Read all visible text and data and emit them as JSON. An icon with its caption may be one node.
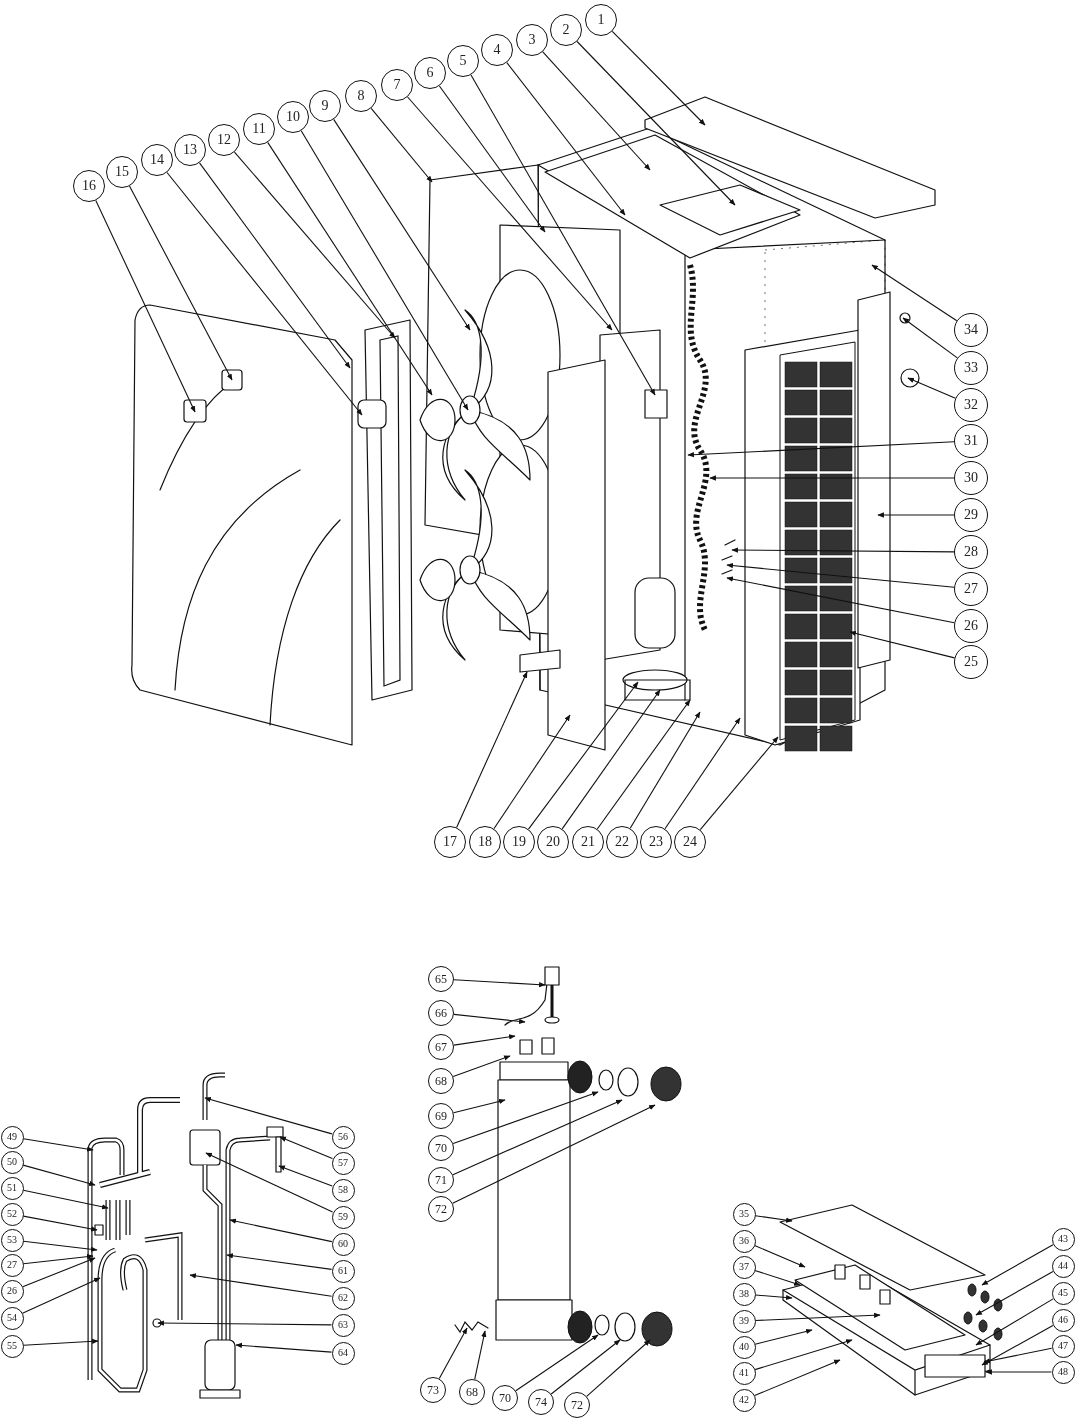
{
  "diagram": {
    "nodes": [
      {
        "text": [
          "16"
        ]
      },
      {
        "text": [
          "15"
        ]
      },
      {
        "text": [
          "14"
        ]
      },
      {
        "text": [
          "13"
        ]
      },
      {
        "text": [
          "12"
        ]
      },
      {
        "text": [
          "11"
        ]
      },
      {
        "text": [
          "10"
        ]
      },
      {
        "text": [
          "9"
        ]
      },
      {
        "text": [
          "8"
        ]
      },
      {
        "text": [
          "7"
        ]
      },
      {
        "text": [
          "6"
        ]
      },
      {
        "text": [
          "5"
        ]
      },
      {
        "text": [
          "4"
        ]
      },
      {
        "text": [
          "3"
        ]
      },
      {
        "text": [
          "2"
        ]
      },
      {
        "text": [
          "1"
        ]
      },
      {
        "text": [
          "34"
        ]
      },
      {
        "text": [
          "33"
        ]
      },
      {
        "text": [
          "32"
        ]
      },
      {
        "text": [
          "31"
        ]
      },
      {
        "text": [
          "30"
        ]
      },
      {
        "text": [
          "29"
        ]
      },
      {
        "text": [
          "28"
        ]
      },
      {
        "text": [
          "27"
        ]
      },
      {
        "text": [
          "26"
        ]
      },
      {
        "text": [
          "25"
        ]
      },
      {
        "text": [
          "17"
        ]
      },
      {
        "text": [
          "18"
        ]
      },
      {
        "text": [
          "19"
        ]
      },
      {
        "text": [
          "20"
        ]
      },
      {
        "text": [
          "21"
        ]
      },
      {
        "text": [
          "22"
        ]
      },
      {
        "text": [
          "23"
        ]
      },
      {
        "text": [
          "24"
        ]
      },
      {
        "text": [
          "65"
        ]
      },
      {
        "text": [
          "66"
        ]
      },
      {
        "text": [
          "67"
        ]
      },
      {
        "text": [
          "68"
        ]
      },
      {
        "text": [
          "69"
        ]
      },
      {
        "text": [
          "70"
        ]
      },
      {
        "text": [
          "71"
        ]
      },
      {
        "text": [
          "72"
        ]
      },
      {
        "text": [
          "49"
        ]
      },
      {
        "text": [
          "56"
        ]
      },
      {
        "text": [
          "50"
        ]
      },
      {
        "text": [
          "57"
        ]
      },
      {
        "text": [
          "51"
        ]
      },
      {
        "text": [
          "58"
        ]
      },
      {
        "text": [
          "52"
        ]
      },
      {
        "text": [
          "59"
        ]
      },
      {
        "text": [
          "53"
        ]
      },
      {
        "text": [
          "60"
        ]
      },
      {
        "text": [
          "27"
        ]
      },
      {
        "text": [
          "61"
        ]
      },
      {
        "text": [
          "26"
        ]
      },
      {
        "text": [
          "62"
        ]
      },
      {
        "text": [
          "54"
        ]
      },
      {
        "text": [
          "63"
        ]
      },
      {
        "text": [
          "55"
        ]
      },
      {
        "text": [
          "64"
        ]
      },
      {
        "text": [
          "35"
        ]
      },
      {
        "text": [
          "36"
        ]
      },
      {
        "text": [
          "37"
        ]
      },
      {
        "text": [
          "38"
        ]
      },
      {
        "text": [
          "39"
        ]
      },
      {
        "text": [
          "40"
        ]
      },
      {
        "text": [
          "41"
        ]
      },
      {
        "text": [
          "42"
        ]
      },
      {
        "text": [
          "43"
        ]
      },
      {
        "text": [
          "44"
        ]
      },
      {
        "text": [
          "45"
        ]
      },
      {
        "text": [
          "46"
        ]
      },
      {
        "text": [
          "47"
        ]
      },
      {
        "text": [
          "48"
        ]
      },
      {
        "text": [
          "73"
        ]
      },
      {
        "text": [
          "68"
        ]
      },
      {
        "text": [
          "70"
        ]
      },
      {
        "text": [
          "74"
        ]
      },
      {
        "text": [
          "72"
        ]
      }
    ],
    "edges": [
      {
        "from": 0,
        "to": null,
        "arrow": "to"
      },
      {
        "from": 1,
        "to": null,
        "arrow": "to"
      },
      {
        "from": 2,
        "to": null,
        "arrow": "to"
      },
      {
        "from": 3,
        "to": null,
        "arrow": "to"
      },
      {
        "from": 4,
        "to": null,
        "arrow": "to"
      },
      {
        "from": 5,
        "to": null,
        "arrow": "to"
      },
      {
        "from": 6,
        "to": null,
        "arrow": "to"
      },
      {
        "from": 7,
        "to": null,
        "arrow": "to"
      },
      {
        "from": 8,
        "to": null,
        "arrow": "to"
      },
      {
        "from": 9,
        "to": null,
        "arrow": "to"
      },
      {
        "from": 10,
        "to": null,
        "arrow": "to"
      },
      {
        "from": 11,
        "to": null,
        "arrow": "to"
      },
      {
        "from": 12,
        "to": null,
        "arrow": "to"
      },
      {
        "from": 13,
        "to": null,
        "arrow": "to"
      },
      {
        "from": 14,
        "to": null,
        "arrow": "to"
      },
      {
        "from": 15,
        "to": null,
        "arrow": "to"
      },
      {
        "from": 16,
        "to": null,
        "arrow": "to"
      },
      {
        "from": 17,
        "to": null,
        "arrow": "to"
      },
      {
        "from": 18,
        "to": null,
        "arrow": "to"
      },
      {
        "from": 19,
        "to": null,
        "arrow": "to"
      },
      {
        "from": 20,
        "to": null,
        "arrow": "to"
      },
      {
        "from": 21,
        "to": null,
        "arrow": "to"
      },
      {
        "from": 22,
        "to": null,
        "arrow": "to"
      },
      {
        "from": 23,
        "to": null,
        "arrow": "to"
      },
      {
        "from": 24,
        "to": null,
        "arrow": "to"
      },
      {
        "from": 25,
        "to": null,
        "arrow": "to"
      },
      {
        "from": 26,
        "to": null,
        "arrow": "to"
      },
      {
        "from": 27,
        "to": null,
        "arrow": "to"
      },
      {
        "from": 28,
        "to": null,
        "arrow": "to"
      },
      {
        "from": 29,
        "to": null,
        "arrow": "to"
      },
      {
        "from": 30,
        "to": null,
        "arrow": "to"
      },
      {
        "from": 31,
        "to": null,
        "arrow": "to"
      },
      {
        "from": 32,
        "to": null,
        "arrow": "to"
      },
      {
        "from": 33,
        "to": null,
        "arrow": "to"
      },
      {
        "from": 34,
        "to": null,
        "arrow": "to"
      },
      {
        "from": 35,
        "to": null,
        "arrow": "to"
      },
      {
        "from": 36,
        "to": null,
        "arrow": "to"
      },
      {
        "from": 37,
        "to": null,
        "arrow": "to"
      },
      {
        "from": 38,
        "to": null,
        "arrow": "to"
      },
      {
        "from": 39,
        "to": null,
        "arrow": "to"
      },
      {
        "from": 40,
        "to": null,
        "arrow": "to"
      },
      {
        "from": 41,
        "to": null,
        "arrow": "to"
      },
      {
        "from": 42,
        "to": null,
        "arrow": "to"
      },
      {
        "from": 43,
        "to": null,
        "arrow": "to"
      },
      {
        "from": 44,
        "to": null,
        "arrow": "to"
      },
      {
        "from": 45,
        "to": null,
        "arrow": "to"
      },
      {
        "from": 46,
        "to": null,
        "arrow": "to"
      },
      {
        "from": 47,
        "to": null,
        "arrow": "to"
      },
      {
        "from": 48,
        "to": null,
        "arrow": "to"
      },
      {
        "from": 49,
        "to": null,
        "arrow": "to"
      },
      {
        "from": 50,
        "to": null,
        "arrow": "to"
      },
      {
        "from": 51,
        "to": null,
        "arrow": "to"
      },
      {
        "from": 52,
        "to": null,
        "arrow": "to"
      },
      {
        "from": 53,
        "to": null,
        "arrow": "to"
      },
      {
        "from": 54,
        "to": null,
        "arrow": "to"
      },
      {
        "from": 55,
        "to": null,
        "arrow": "to"
      },
      {
        "from": 56,
        "to": null,
        "arrow": "to"
      },
      {
        "from": 57,
        "to": null,
        "arrow": "to"
      },
      {
        "from": 58,
        "to": null,
        "arrow": "to"
      },
      {
        "from": 59,
        "to": null,
        "arrow": "to"
      },
      {
        "from": 60,
        "to": null,
        "arrow": "to"
      },
      {
        "from": 61,
        "to": null,
        "arrow": "to"
      },
      {
        "from": 62,
        "to": null,
        "arrow": "to"
      },
      {
        "from": 63,
        "to": null,
        "arrow": "to"
      },
      {
        "from": 64,
        "to": null,
        "arrow": "to"
      },
      {
        "from": 65,
        "to": null,
        "arrow": "to"
      },
      {
        "from": 66,
        "to": null,
        "arrow": "to"
      },
      {
        "from": 67,
        "to": null,
        "arrow": "to"
      },
      {
        "from": 68,
        "to": null,
        "arrow": "to"
      },
      {
        "from": 69,
        "to": null,
        "arrow": "to"
      },
      {
        "from": 70,
        "to": null,
        "arrow": "to"
      },
      {
        "from": 71,
        "to": null,
        "arrow": "to"
      },
      {
        "from": 72,
        "to": null,
        "arrow": "to"
      },
      {
        "from": 73,
        "to": null,
        "arrow": "to"
      },
      {
        "from": 74,
        "to": null,
        "arrow": "to"
      },
      {
        "from": 75,
        "to": null,
        "arrow": "to"
      },
      {
        "from": 76,
        "to": null,
        "arrow": "to"
      },
      {
        "from": 77,
        "to": null,
        "arrow": "to"
      },
      {
        "from": 78,
        "to": null,
        "arrow": "to"
      }
    ]
  }
}
